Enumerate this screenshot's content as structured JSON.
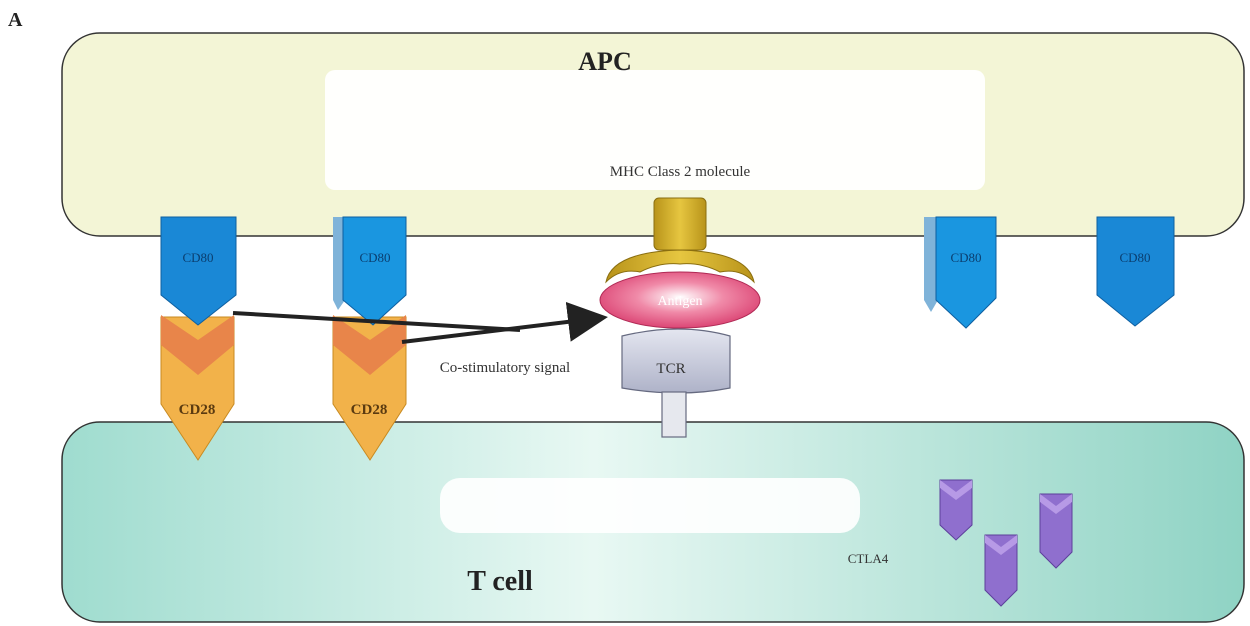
{
  "panel_label": "A",
  "apc": {
    "label": "APC"
  },
  "t_cell": {
    "label": "T cell"
  },
  "mhc": {
    "label": "MHC Class 2 molecule"
  },
  "antigen": {
    "label": "Antigen"
  },
  "tcr": {
    "label": "TCR"
  },
  "costim": {
    "label": "Co-stimulatory signal"
  },
  "cd80_left": [
    {
      "label": "CD80"
    },
    {
      "label": "CD80"
    }
  ],
  "cd80_right": [
    {
      "label": "CD80"
    },
    {
      "label": "CD80"
    }
  ],
  "cd28": [
    {
      "label": "CD28"
    },
    {
      "label": "CD28"
    }
  ],
  "ctla4": {
    "label": "CTLA4"
  },
  "colors": {
    "apc_fill": "#f3f5d6",
    "tcell_fill": "#c6ebe2",
    "cd80_blue": "#1a88d6",
    "cd28_orange": "#f2a24a",
    "cd28_top": "#e8854a",
    "mhc_gold": "#d9b62a",
    "antigen_pink": "#e04c78",
    "tcr_gray": "#c8ccdc",
    "ctla4_purple": "#8f6fce"
  }
}
